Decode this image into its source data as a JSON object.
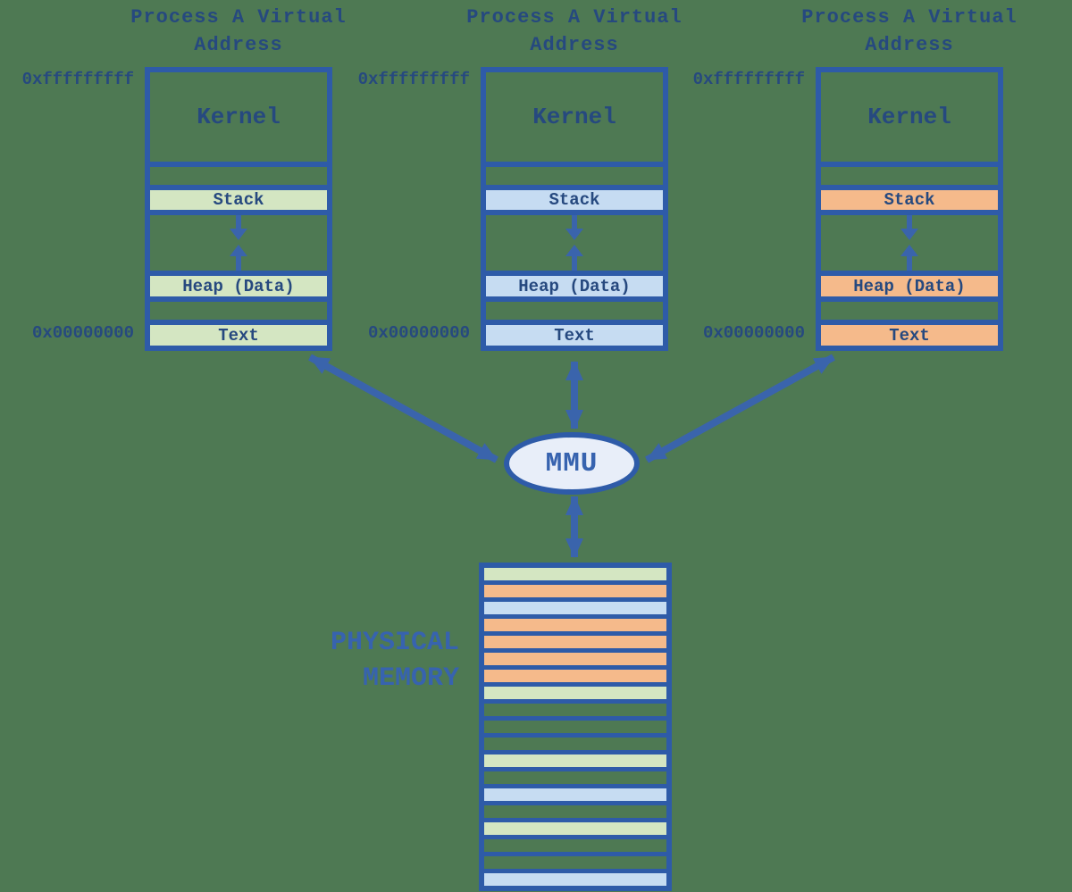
{
  "columns": [
    {
      "title": "Process A Virtual Address",
      "top_address": "0xfffffffff",
      "bottom_address": "0x00000000",
      "segments": {
        "kernel": "Kernel",
        "stack": "Stack",
        "heap": "Heap (Data)",
        "text": "Text"
      },
      "fill": "#d4e6c2"
    },
    {
      "title": "Process A Virtual Address",
      "top_address": "0xfffffffff",
      "bottom_address": "0x00000000",
      "segments": {
        "kernel": "Kernel",
        "stack": "Stack",
        "heap": "Heap (Data)",
        "text": "Text"
      },
      "fill": "#c6dcf2"
    },
    {
      "title": "Process A Virtual Address",
      "top_address": "0xfffffffff",
      "bottom_address": "0x00000000",
      "segments": {
        "kernel": "Kernel",
        "stack": "Stack",
        "heap": "Heap (Data)",
        "text": "Text"
      },
      "fill": "#f5ba8b"
    }
  ],
  "mmu": {
    "label": "MMU"
  },
  "physical_memory": {
    "label_line1": "PHYSICAL",
    "label_line2": "MEMORY",
    "rows": [
      "green",
      "orange",
      "blue",
      "orange",
      "orange",
      "orange",
      "orange",
      "green",
      "none",
      "none",
      "none",
      "green",
      "none",
      "blue",
      "none",
      "green",
      "none",
      "none",
      "blue"
    ]
  },
  "colors": {
    "background": "#4e7953",
    "border_blue": "#2e5ba8",
    "arrow_blue": "#3a64ac",
    "text_navy": "#26497f",
    "label_blue": "#3763af",
    "fill_green": "#d4e6c2",
    "fill_blue": "#c6dcf2",
    "fill_orange": "#f5ba8b",
    "mmu_fill": "#e8eef9"
  }
}
